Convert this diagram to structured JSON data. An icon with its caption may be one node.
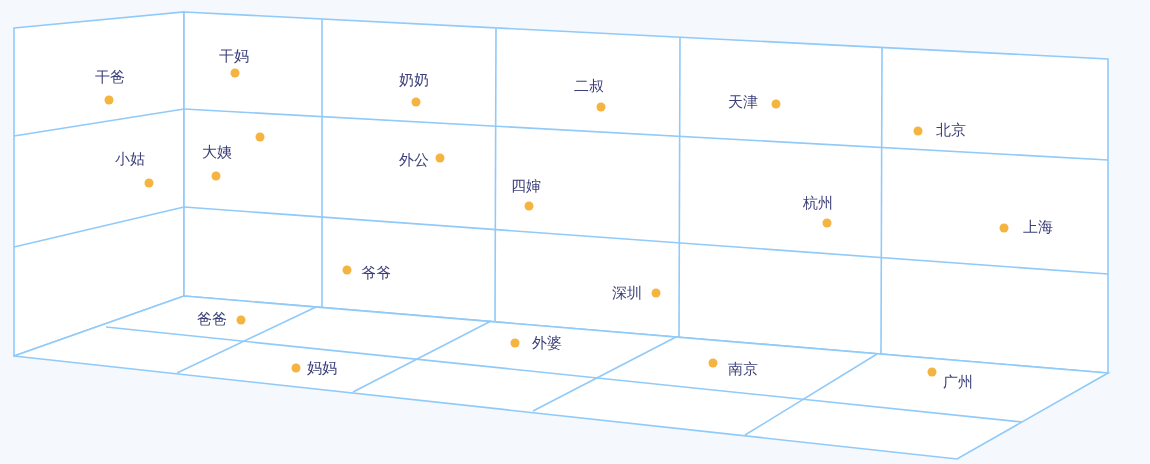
{
  "diagram": {
    "labels": [
      "干妈",
      "干爸",
      "奶奶",
      "二叔",
      "天津",
      "北京",
      "小姑",
      "大姨",
      "外公",
      "四婶",
      "杭州",
      "上海",
      "爷爷",
      "深圳",
      "爸爸",
      "外婆",
      "南京",
      "妈妈",
      "广州"
    ]
  }
}
